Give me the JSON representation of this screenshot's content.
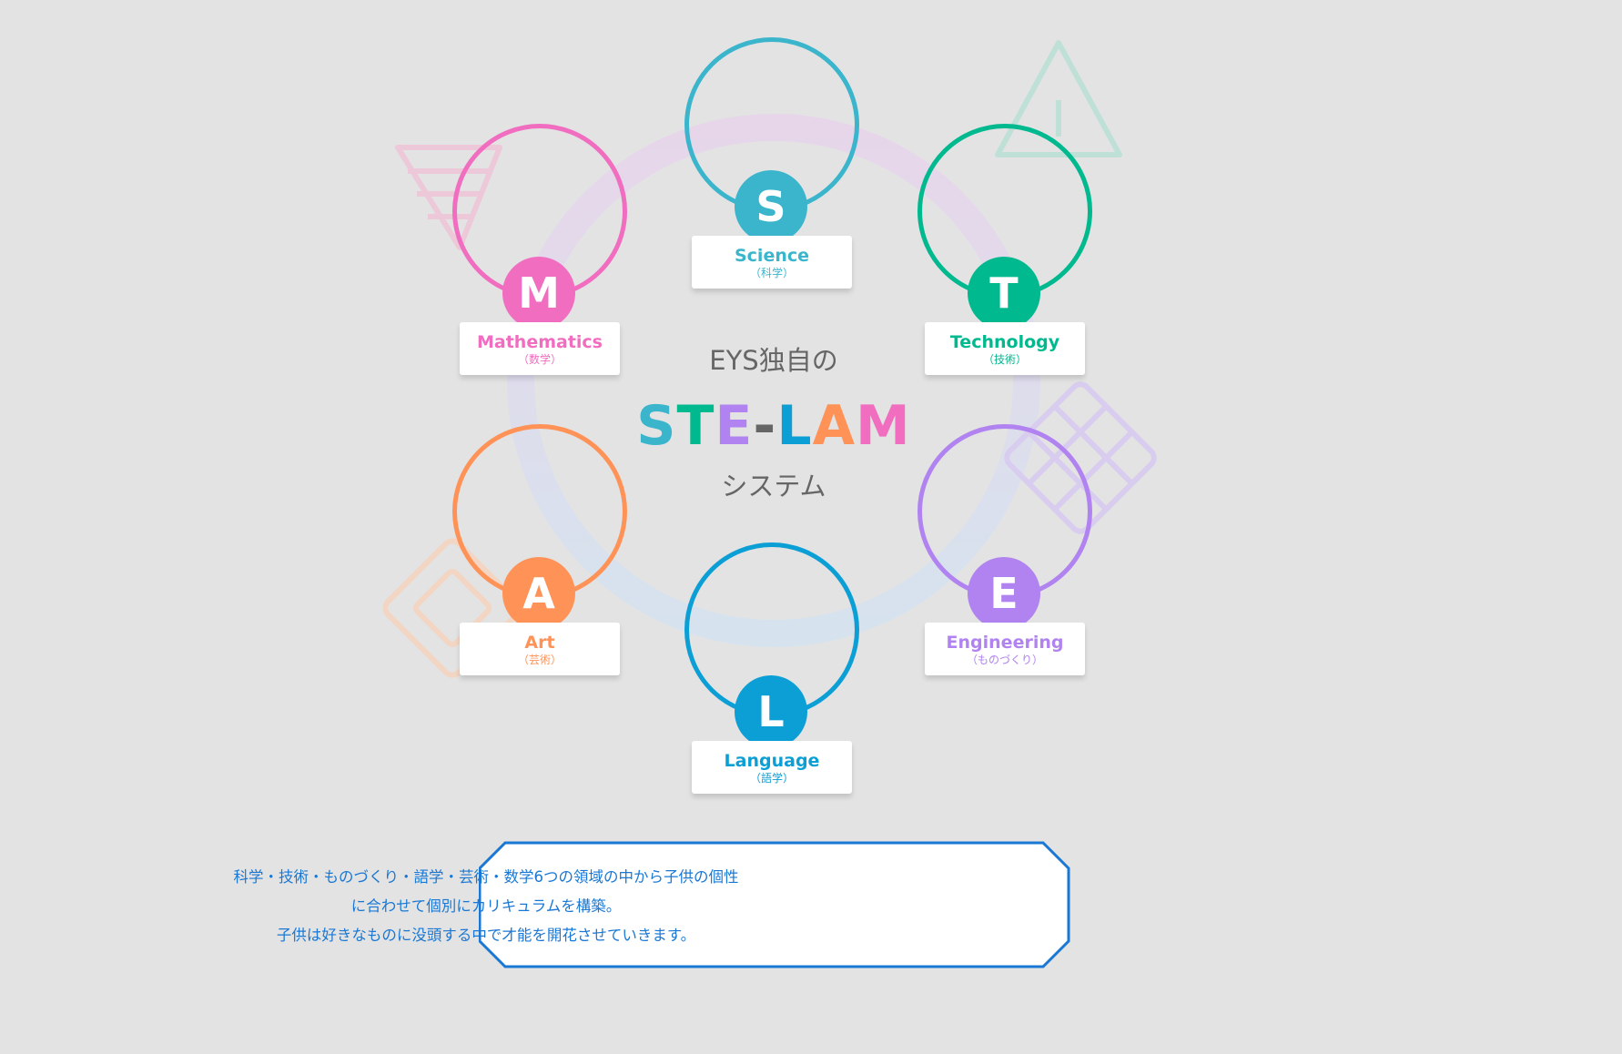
{
  "heading": {
    "prefix": "EYS独自の",
    "suffix": "システム",
    "logo_letters": [
      {
        "char": "S",
        "color": "#3ab5cc"
      },
      {
        "char": "T",
        "color": "#00b98e"
      },
      {
        "char": "E",
        "color": "#b083f0"
      },
      {
        "char": "-",
        "color": "#666666"
      },
      {
        "char": "L",
        "color": "#0b9fd5"
      },
      {
        "char": "A",
        "color": "#ff9257"
      },
      {
        "char": "M",
        "color": "#f06dbf"
      }
    ]
  },
  "domains": [
    {
      "key": "science",
      "letter": "S",
      "name": "Science",
      "ja": "（科学）",
      "color": "#3ab5cc"
    },
    {
      "key": "technology",
      "letter": "T",
      "name": "Technology",
      "ja": "（技術）",
      "color": "#00b98e"
    },
    {
      "key": "engineering",
      "letter": "E",
      "name": "Engineering",
      "ja": "（ものづくり）",
      "color": "#b083f0"
    },
    {
      "key": "language",
      "letter": "L",
      "name": "Language",
      "ja": "（語学）",
      "color": "#0b9fd5"
    },
    {
      "key": "art",
      "letter": "A",
      "name": "Art",
      "ja": "（芸術）",
      "color": "#ff9257"
    },
    {
      "key": "mathematics",
      "letter": "M",
      "name": "Mathematics",
      "ja": "（数学）",
      "color": "#f06dbf"
    }
  ],
  "description": {
    "lines": [
      "科学・技術・ものづくり・語学・芸術・数学6つの領域の中から子供の個性",
      "に合わせて個別にカリキュラムを構築。",
      "子供は好きなものに没頭する中で才能を開花させていきます。"
    ],
    "color": "#1a78d4"
  },
  "colors": {
    "background": "#e3e3e3",
    "bubble_border": "#1a78d4"
  }
}
